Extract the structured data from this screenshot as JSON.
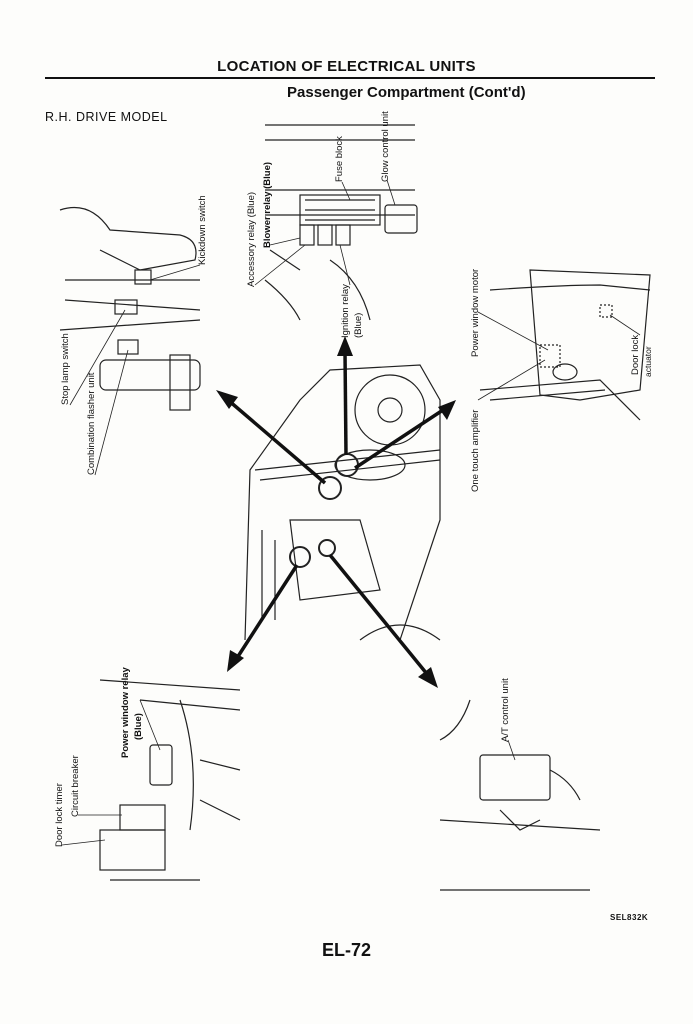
{
  "header": {
    "title": "LOCATION OF ELECTRICAL UNITS",
    "subtitle": "Passenger Compartment (Cont'd)",
    "model": "R.H. DRIVE MODEL"
  },
  "labels": {
    "kickdown_switch": "Kickdown switch",
    "stop_lamp_switch": "Stop lamp switch",
    "combination_flasher_unit": "Combination flasher unit",
    "accessory_relay": "Accessory relay (Blue)",
    "blower_relay": "Blower relay (Blue)",
    "fuse_block": "Fuse block",
    "glow_control_unit": "Glow control unit",
    "ignition_relay": "Ignition relay",
    "ignition_relay_color": "(Blue)",
    "power_window_motor": "Power window motor",
    "one_touch_amplifier": "One touch amplifier",
    "door_lock": "Door lock",
    "actuator": "actuator",
    "power_window_relay": "Power window relay",
    "power_window_relay_color": "(Blue)",
    "door_lock_timer": "Door lock timer",
    "circuit_breaker": "Circuit breaker",
    "at_control_unit": "A/T control unit"
  },
  "footer": {
    "figure_code": "SEL832K",
    "page_number": "EL-72"
  }
}
